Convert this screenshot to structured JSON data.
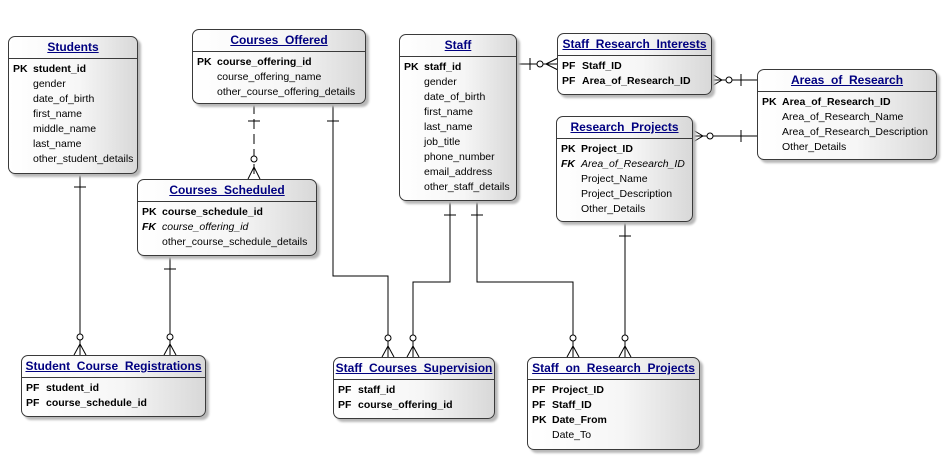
{
  "entities": {
    "students": {
      "title": "Students",
      "rows": [
        {
          "key": "PK",
          "name": "student_id",
          "style": "bold"
        },
        {
          "key": "",
          "name": "gender",
          "style": "plain"
        },
        {
          "key": "",
          "name": "date_of_birth",
          "style": "plain"
        },
        {
          "key": "",
          "name": "first_name",
          "style": "plain"
        },
        {
          "key": "",
          "name": "middle_name",
          "style": "plain"
        },
        {
          "key": "",
          "name": "last_name",
          "style": "plain"
        },
        {
          "key": "",
          "name": "other_student_details",
          "style": "plain"
        }
      ]
    },
    "courses_offered": {
      "title": "Courses_Offered",
      "rows": [
        {
          "key": "PK",
          "name": "course_offering_id",
          "style": "bold"
        },
        {
          "key": "",
          "name": "course_offering_name",
          "style": "plain"
        },
        {
          "key": "",
          "name": "other_course_offering_details",
          "style": "plain"
        }
      ]
    },
    "courses_scheduled": {
      "title": "Courses_Scheduled",
      "rows": [
        {
          "key": "PK",
          "name": "course_schedule_id",
          "style": "bold"
        },
        {
          "key": "FK",
          "name": "course_offering_id",
          "style": "italic"
        },
        {
          "key": "",
          "name": "other_course_schedule_details",
          "style": "plain"
        }
      ]
    },
    "staff": {
      "title": "Staff",
      "rows": [
        {
          "key": "PK",
          "name": "staff_id",
          "style": "bold"
        },
        {
          "key": "",
          "name": "gender",
          "style": "plain"
        },
        {
          "key": "",
          "name": "date_of_birth",
          "style": "plain"
        },
        {
          "key": "",
          "name": "first_name",
          "style": "plain"
        },
        {
          "key": "",
          "name": "last_name",
          "style": "plain"
        },
        {
          "key": "",
          "name": "job_title",
          "style": "plain"
        },
        {
          "key": "",
          "name": "phone_number",
          "style": "plain"
        },
        {
          "key": "",
          "name": "email_address",
          "style": "plain"
        },
        {
          "key": "",
          "name": "other_staff_details",
          "style": "plain"
        }
      ]
    },
    "staff_research_interests": {
      "title": "Staff_Research_Interests",
      "rows": [
        {
          "key": "PF",
          "name": "Staff_ID",
          "style": "bold"
        },
        {
          "key": "PF",
          "name": "Area_of_Research_ID",
          "style": "bold"
        }
      ]
    },
    "areas_of_research": {
      "title": "Areas_of_Research",
      "rows": [
        {
          "key": "PK",
          "name": "Area_of_Research_ID",
          "style": "bold"
        },
        {
          "key": "",
          "name": "Area_of_Research_Name",
          "style": "plain"
        },
        {
          "key": "",
          "name": "Area_of_Research_Description",
          "style": "plain"
        },
        {
          "key": "",
          "name": "Other_Details",
          "style": "plain"
        }
      ]
    },
    "research_projects": {
      "title": "Research_Projects",
      "rows": [
        {
          "key": "PK",
          "name": "Project_ID",
          "style": "bold"
        },
        {
          "key": "FK",
          "name": "Area_of_Research_ID",
          "style": "italic"
        },
        {
          "key": "",
          "name": "Project_Name",
          "style": "plain"
        },
        {
          "key": "",
          "name": "Project_Description",
          "style": "plain"
        },
        {
          "key": "",
          "name": "Other_Details",
          "style": "plain"
        }
      ]
    },
    "student_course_registrations": {
      "title": "Student_Course_Registrations",
      "rows": [
        {
          "key": "PF",
          "name": "student_id",
          "style": "bold"
        },
        {
          "key": "PF",
          "name": "course_schedule_id",
          "style": "bold"
        }
      ]
    },
    "staff_courses_supervision": {
      "title": "Staff_Courses_Supervision",
      "rows": [
        {
          "key": "PF",
          "name": "staff_id",
          "style": "bold"
        },
        {
          "key": "PF",
          "name": "course_offering_id",
          "style": "bold"
        }
      ]
    },
    "staff_on_research_projects": {
      "title": "Staff_on_Research_Projects",
      "rows": [
        {
          "key": "PF",
          "name": "Project_ID",
          "style": "bold"
        },
        {
          "key": "PF",
          "name": "Staff_ID",
          "style": "bold"
        },
        {
          "key": "PK",
          "name": "Date_From",
          "style": "bold"
        },
        {
          "key": "",
          "name": "Date_To",
          "style": "plain"
        }
      ]
    }
  }
}
